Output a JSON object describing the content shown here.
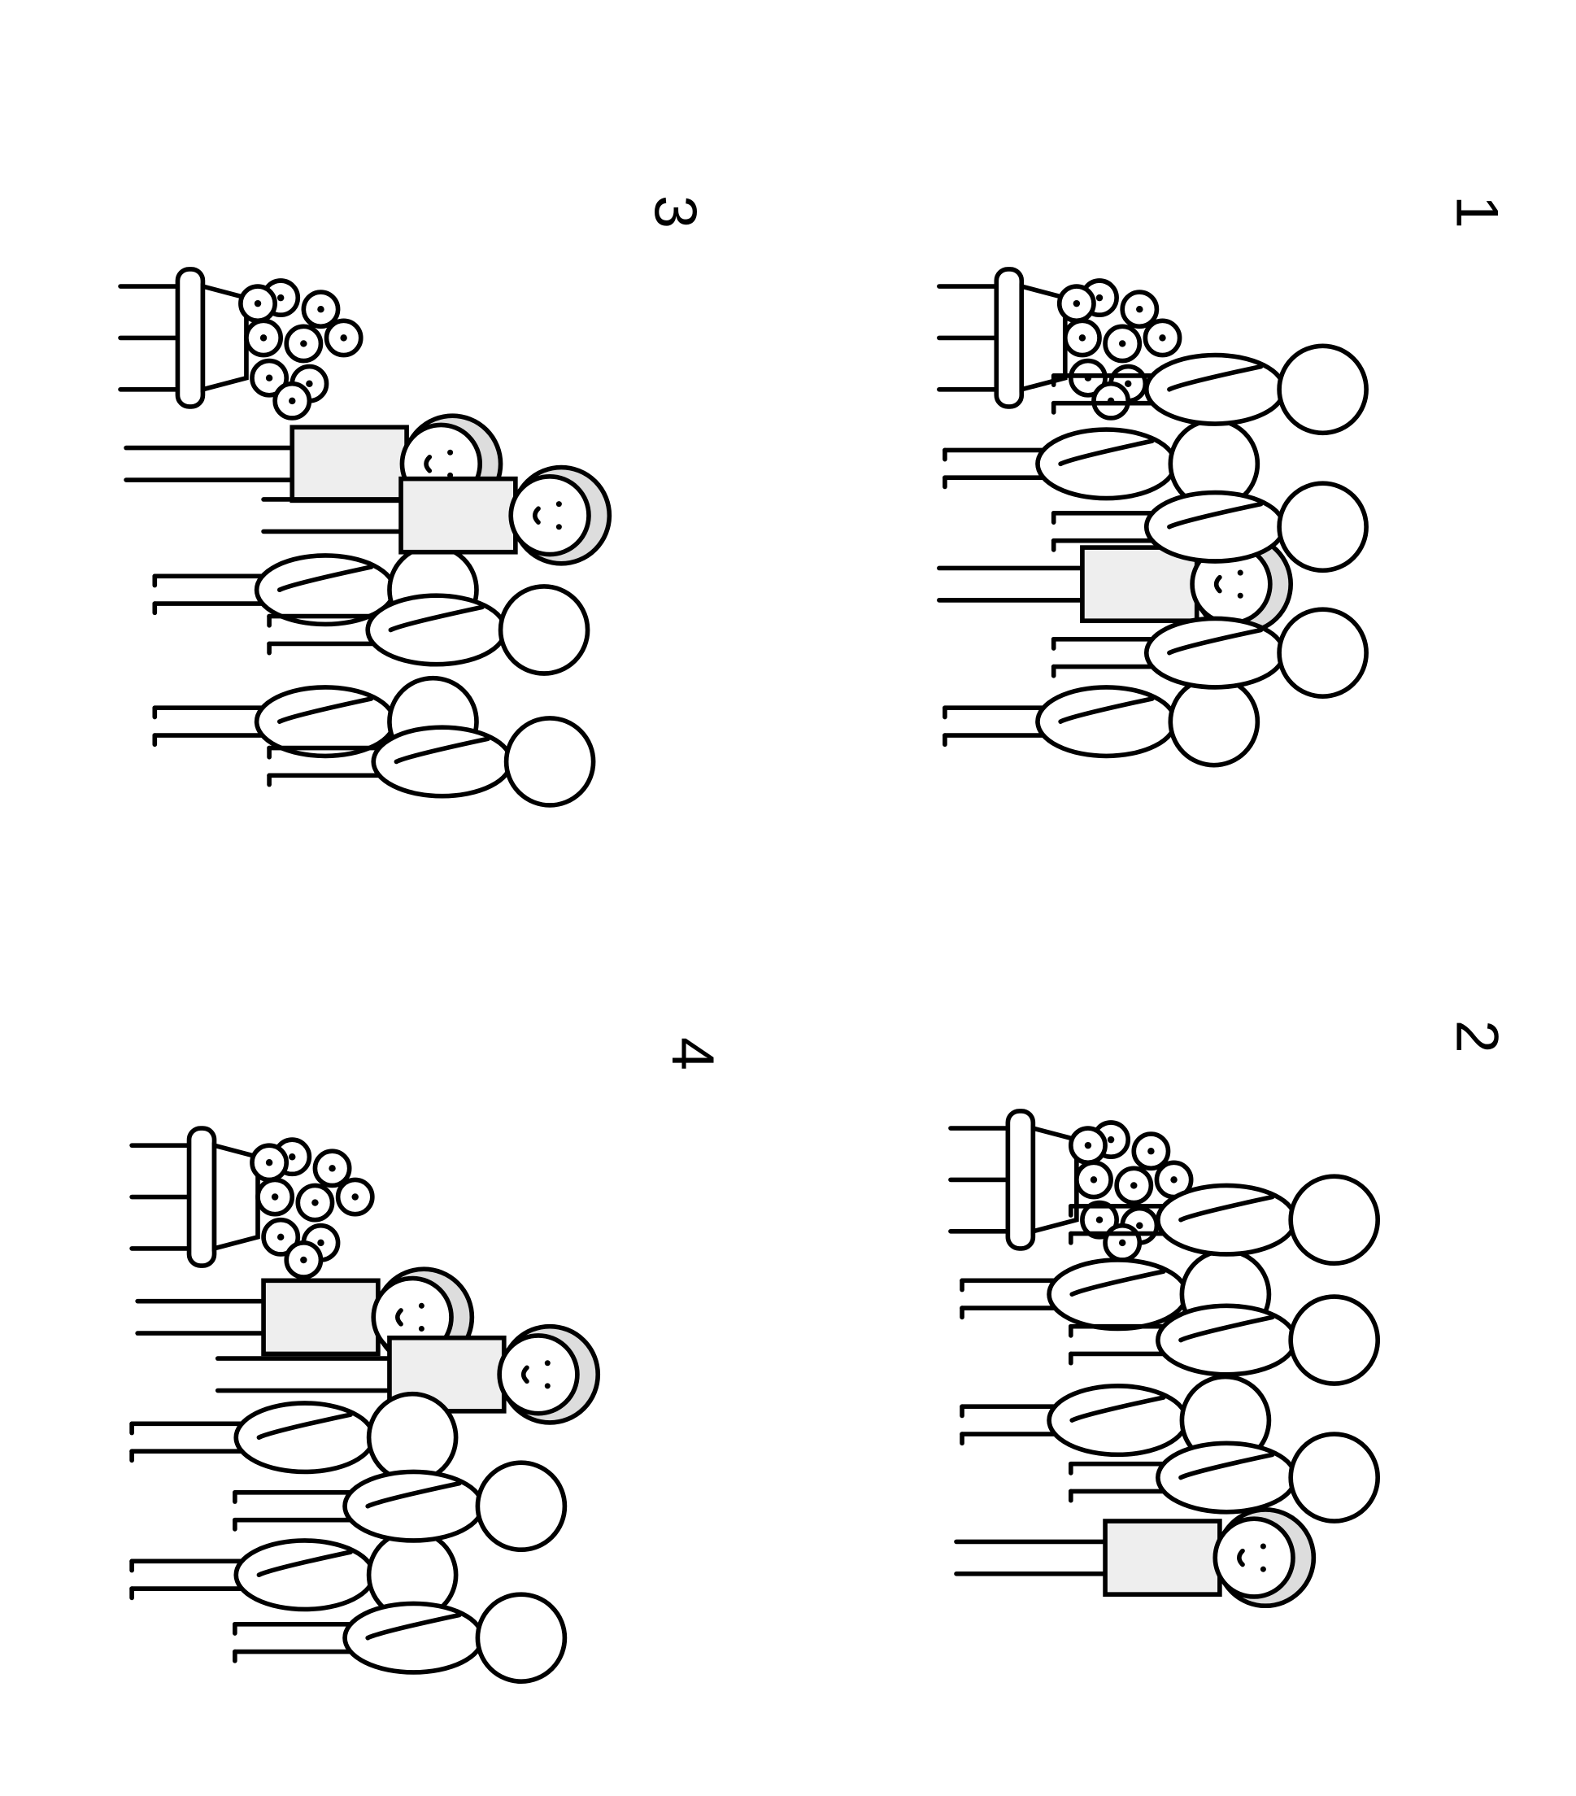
{
  "worksheet": {
    "panels": [
      {
        "label": "1"
      },
      {
        "label": "2"
      },
      {
        "label": "3"
      },
      {
        "label": "4"
      }
    ],
    "colors": {
      "ink": "#000000",
      "paper": "#ffffff",
      "shade": "#e6e6e6"
    }
  }
}
